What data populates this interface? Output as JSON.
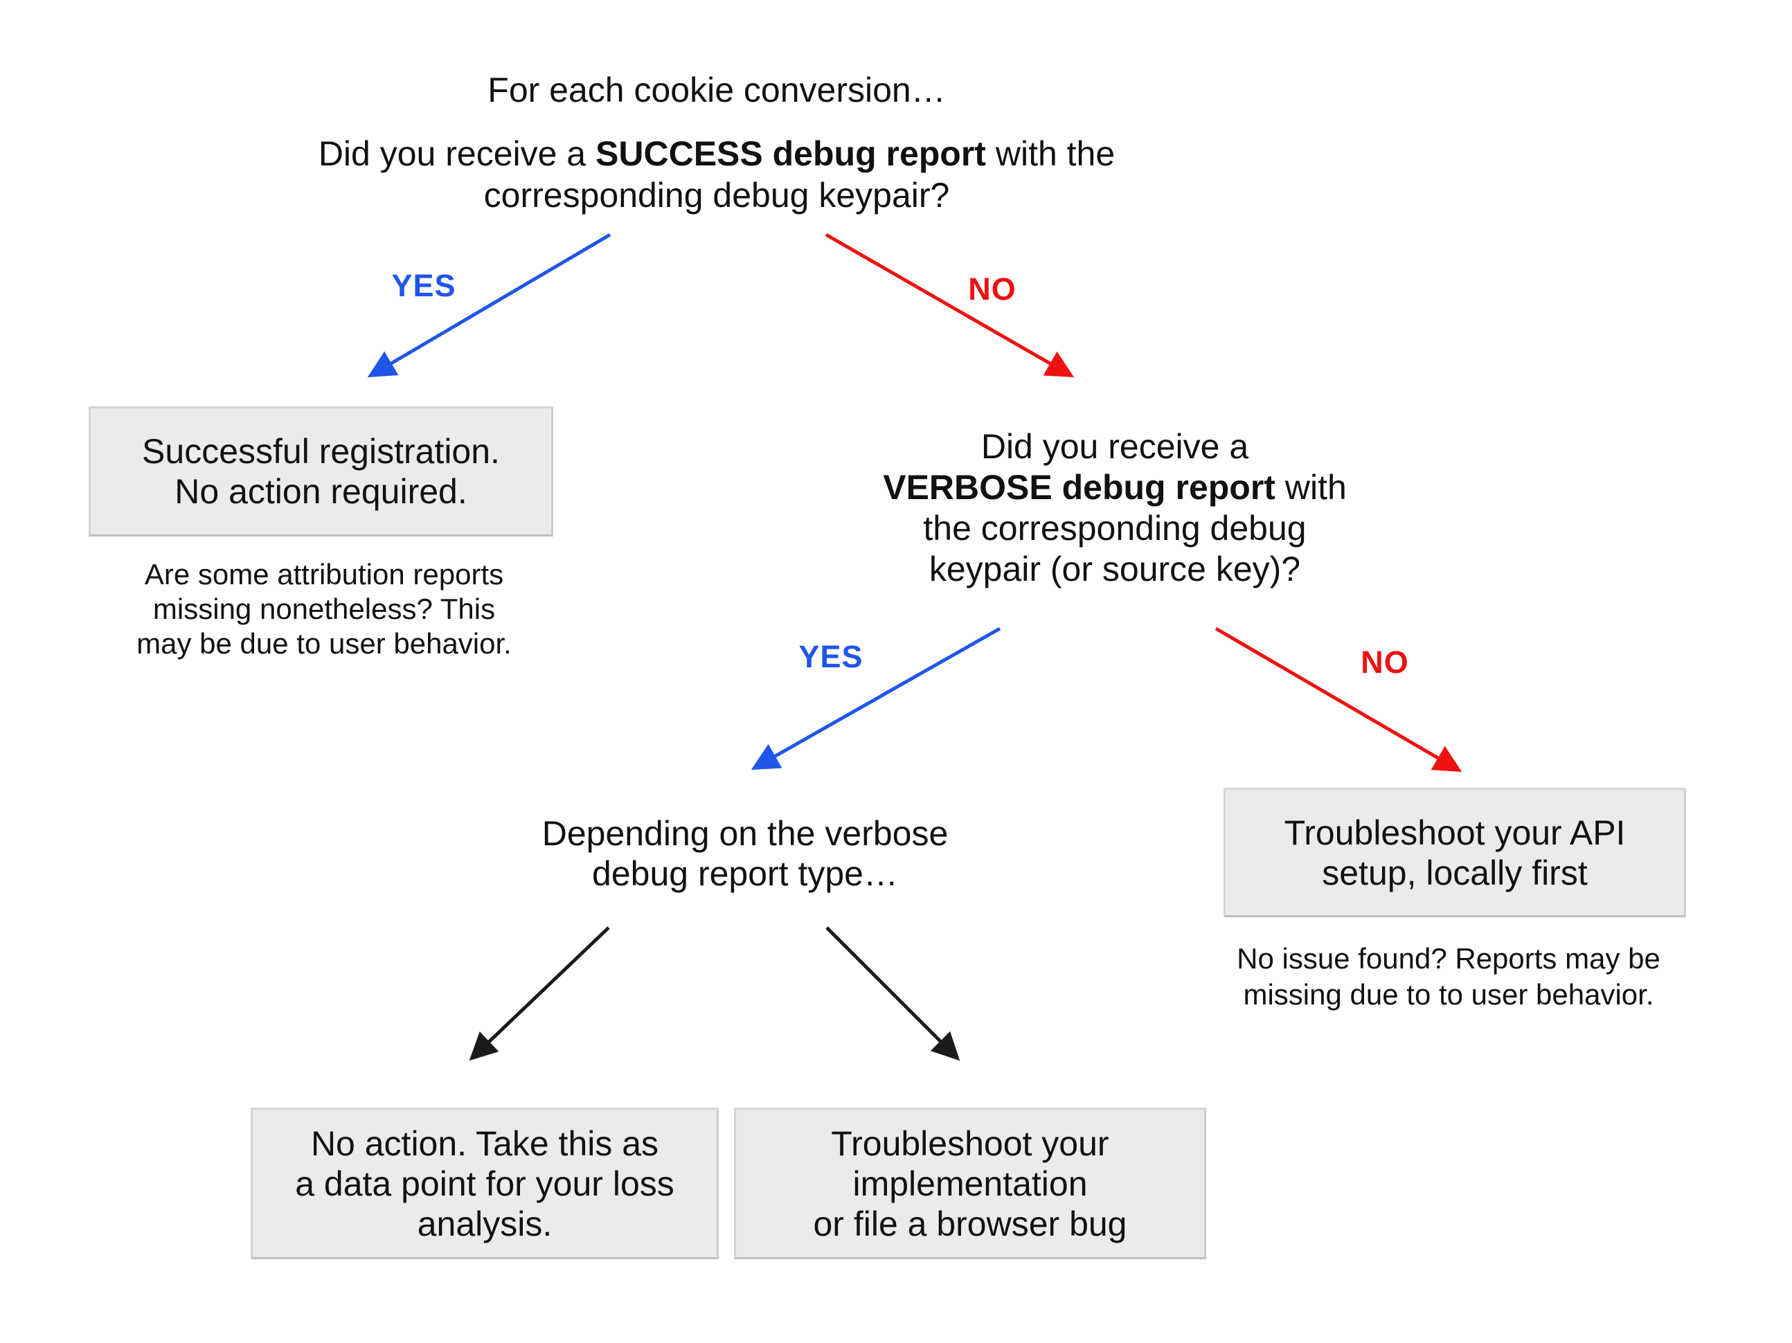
{
  "colors": {
    "yes_blue": "#1f56ea",
    "no_red": "#ee1111",
    "arrow_black": "#1a1a1a",
    "box_fill": "#ebebeb",
    "box_border": "#cccccc"
  },
  "root_question": {
    "intro": "For each cookie conversion…",
    "line1_pre": "Did you receive a ",
    "line1_bold": "SUCCESS debug report",
    "line1_post": " with the",
    "line2": "corresponding debug keypair?"
  },
  "branch1": {
    "yes_label": "YES",
    "no_label": "NO"
  },
  "success_box": {
    "line1": "Successful registration.",
    "line2": "No action required."
  },
  "success_note": {
    "line1": "Are some attribution reports",
    "line2": "missing nonetheless? This",
    "line3": "may be due to user behavior."
  },
  "verbose_question": {
    "line1": "Did you receive a",
    "line2_bold": "VERBOSE debug report",
    "line2_post": " with",
    "line3": "the corresponding debug",
    "line4": "keypair (or source key)?"
  },
  "branch2": {
    "yes_label": "YES",
    "no_label": "NO"
  },
  "depending": {
    "line1": "Depending on the verbose",
    "line2": "debug report type…"
  },
  "api_box": {
    "line1": "Troubleshoot your API",
    "line2": "setup, locally first"
  },
  "api_note": {
    "line1": "No issue found? Reports may be",
    "line2": "missing due to to user behavior."
  },
  "noaction_box": {
    "line1": "No action. Take this as",
    "line2": "a data point for your loss",
    "line3": "analysis."
  },
  "impl_box": {
    "line1": "Troubleshoot your",
    "line2": "implementation",
    "line3": "or file a browser bug"
  }
}
